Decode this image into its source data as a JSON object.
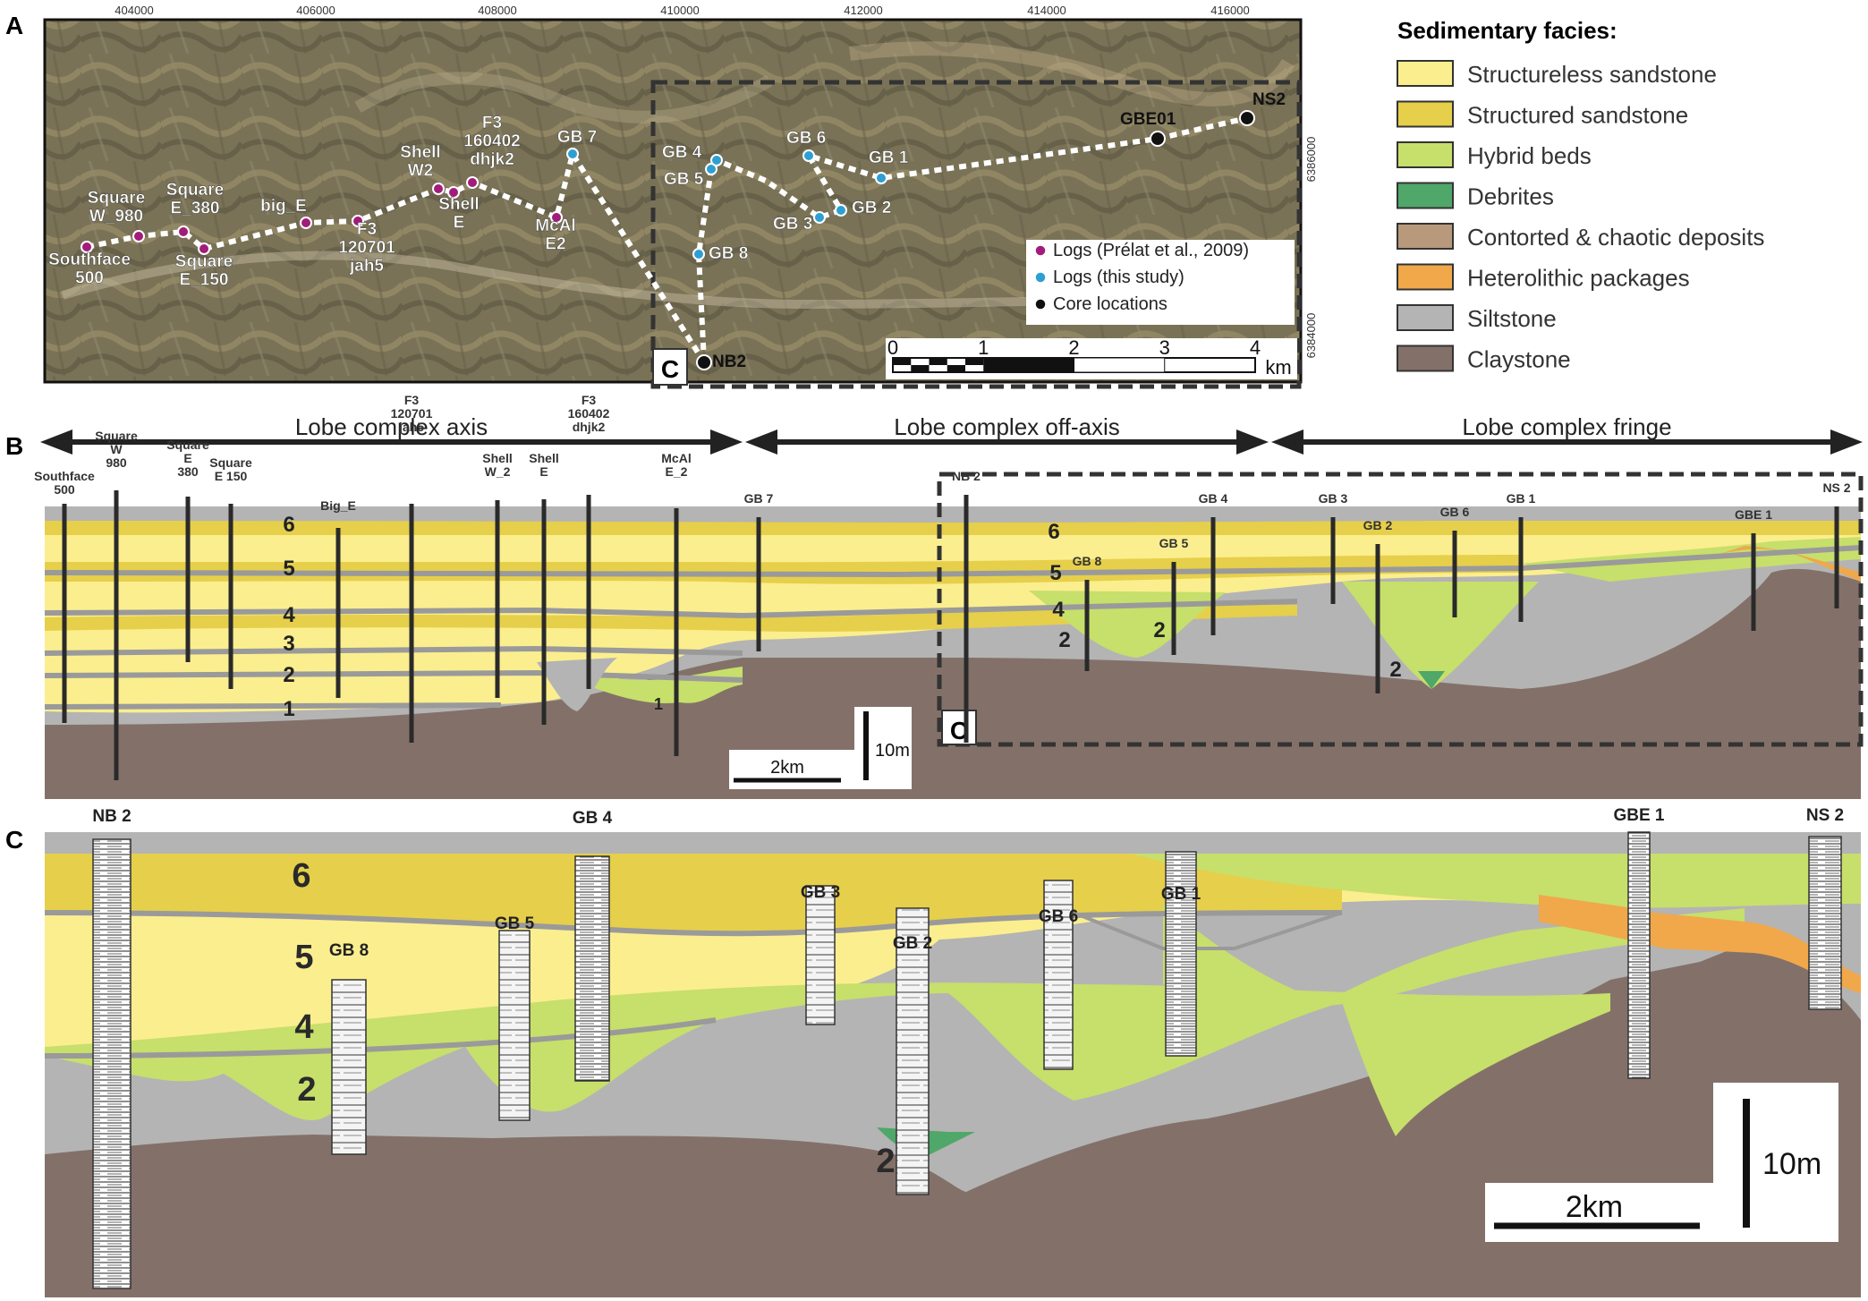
{
  "panel_letters": {
    "a": "A",
    "b": "B",
    "c": "C"
  },
  "map": {
    "x_ticks": [
      "404000",
      "406000",
      "408000",
      "410000",
      "412000",
      "414000",
      "416000"
    ],
    "y_ticks": [
      "6386000",
      "6384000"
    ],
    "inset_label": "C",
    "sites": [
      {
        "label": "Southface\n500",
        "type": "prelat"
      },
      {
        "label": "Square\nW_980",
        "type": "prelat"
      },
      {
        "label": "Square\nE_380",
        "type": "prelat"
      },
      {
        "label": "Square\nE_150",
        "type": "prelat"
      },
      {
        "label": "big_E",
        "type": "prelat"
      },
      {
        "label": "F3\n120701\njah5",
        "type": "prelat"
      },
      {
        "label": "Shell\nW2",
        "type": "prelat"
      },
      {
        "label": "Shell\nE",
        "type": "prelat"
      },
      {
        "label": "F3\n160402\ndhjk2",
        "type": "prelat"
      },
      {
        "label": "McAl\nE2",
        "type": "prelat"
      },
      {
        "label": "GB 7",
        "type": "study"
      },
      {
        "label": "NB2",
        "type": "core"
      },
      {
        "label": "GB 8",
        "type": "study"
      },
      {
        "label": "GB 5",
        "type": "study"
      },
      {
        "label": "GB 4",
        "type": "study"
      },
      {
        "label": "GB 3",
        "type": "study"
      },
      {
        "label": "GB 2",
        "type": "study"
      },
      {
        "label": "GB 6",
        "type": "study"
      },
      {
        "label": "GB 1",
        "type": "study"
      },
      {
        "label": "GBE01",
        "type": "core"
      },
      {
        "label": "NS2",
        "type": "core"
      }
    ],
    "legend": [
      "Logs (Prélat et al., 2009)",
      "Logs (this study)",
      "Core locations"
    ],
    "scale_labels": [
      "0",
      "1",
      "2",
      "3",
      "4"
    ],
    "scale_unit": "km"
  },
  "facies_legend": {
    "title": "Sedimentary facies:",
    "items": [
      {
        "label": "Structureless sandstone",
        "color": "#fbee8e"
      },
      {
        "label": "Structured sandstone",
        "color": "#e6cf4a"
      },
      {
        "label": "Hybrid beds",
        "color": "#c7df6b"
      },
      {
        "label": "Debrites",
        "color": "#4fa769"
      },
      {
        "label": "Contorted & chaotic deposits",
        "color": "#b8997c"
      },
      {
        "label": "Heterolithic packages",
        "color": "#f0a84a"
      },
      {
        "label": "Siltstone",
        "color": "#b4b4b4"
      },
      {
        "label": "Claystone",
        "color": "#837169"
      }
    ]
  },
  "section_b": {
    "zones": [
      "Lobe complex axis",
      "Lobe complex off-axis",
      "Lobe complex fringe"
    ],
    "logs": [
      "Southface\n500",
      "Square\nW\n980",
      "Square\nE\n380",
      "Square\nE 150",
      "Big_E",
      "F3\n120701\njah5",
      "Shell\nW_2",
      "Shell\nE",
      "F3\n160402\ndhjk2",
      "McAl\nE_2",
      "GB 7",
      "NB 2",
      "GB 4",
      "GB 5",
      "GB 8",
      "GB 3",
      "GB 2",
      "GB 6",
      "GB 1",
      "GBE 1",
      "NS 2"
    ],
    "lobe_numbers": [
      "6",
      "5",
      "4",
      "3",
      "2",
      "1",
      "1",
      "6",
      "5",
      "4",
      "2",
      "2",
      "2"
    ],
    "inset_label": "C",
    "scale_h": "2km",
    "scale_v": "10m"
  },
  "section_c": {
    "logs": [
      "NB 2",
      "GB 8",
      "GB 5",
      "GB 4",
      "GB 3",
      "GB 2",
      "GB 6",
      "GB 1",
      "GBE 1",
      "NS 2"
    ],
    "lobe_numbers": [
      "6",
      "5",
      "4",
      "2",
      "2"
    ],
    "scale_h": "2km",
    "scale_v": "10m"
  }
}
